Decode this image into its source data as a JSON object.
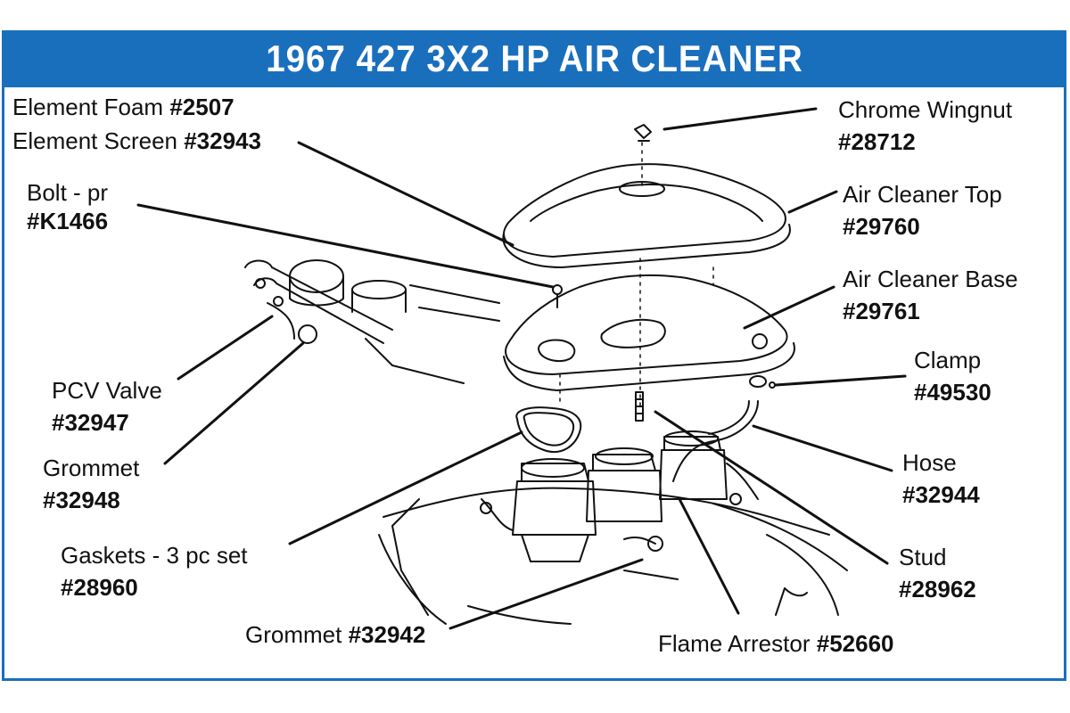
{
  "title": "1967 427 3X2 HP AIR CLEANER",
  "colors": {
    "accent": "#1a6fbd",
    "line": "#111111",
    "background": "#ffffff"
  },
  "callouts": {
    "element_foam": {
      "name": "Element Foam",
      "part": "#2507"
    },
    "element_screen": {
      "name": "Element Screen",
      "part": "#32943"
    },
    "bolt": {
      "name": "Bolt - pr",
      "part": "#K1466"
    },
    "pcv_valve": {
      "name": "PCV Valve",
      "part": "#32947"
    },
    "grommet_left": {
      "name": "Grommet",
      "part": "#32948"
    },
    "gaskets": {
      "name": "Gaskets - 3 pc set",
      "part": "#28960"
    },
    "grommet_bottom": {
      "name": "Grommet",
      "part": "#32942"
    },
    "wingnut": {
      "name": "Chrome Wingnut",
      "part": "#28712"
    },
    "top": {
      "name": "Air Cleaner Top",
      "part": "#29760"
    },
    "base": {
      "name": "Air Cleaner Base",
      "part": "#29761"
    },
    "clamp": {
      "name": "Clamp",
      "part": "#49530"
    },
    "hose": {
      "name": "Hose",
      "part": "#32944"
    },
    "stud": {
      "name": "Stud",
      "part": "#28962"
    },
    "flame_arrestor": {
      "name": "Flame Arrestor",
      "part": "#52660"
    }
  }
}
